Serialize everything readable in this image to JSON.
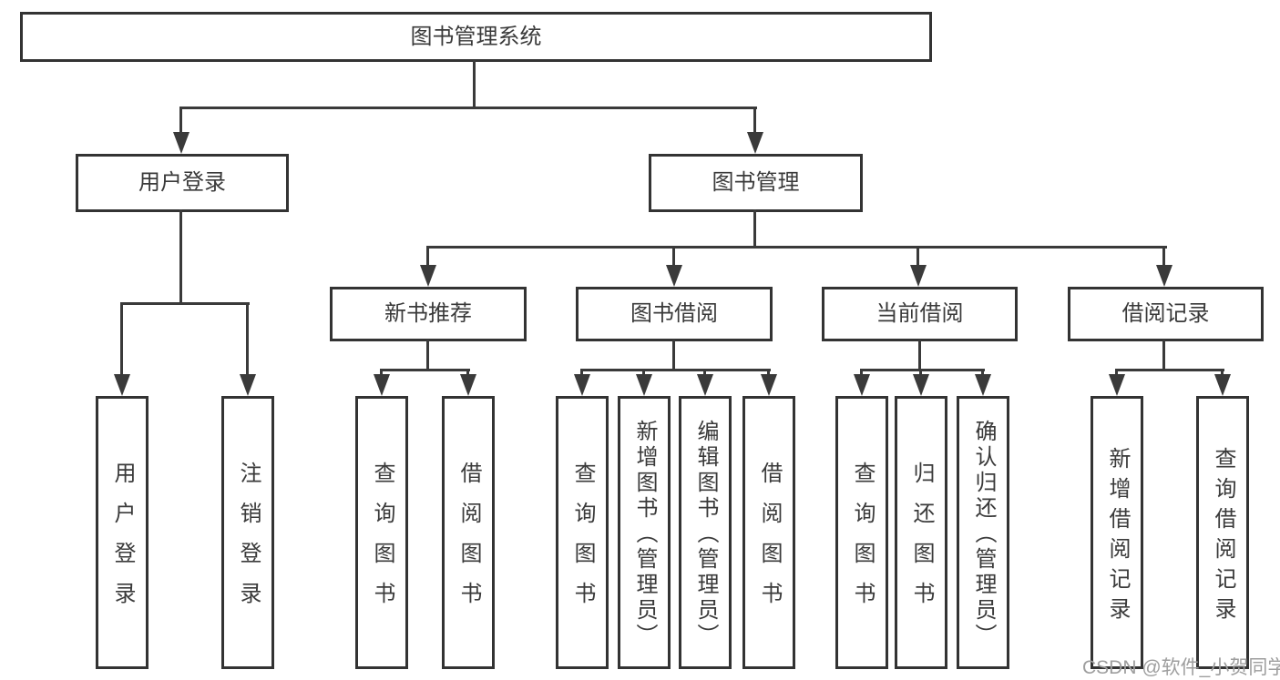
{
  "diagram": {
    "title": "图书管理系统",
    "level2": [
      {
        "label": "用户登录"
      },
      {
        "label": "图书管理"
      }
    ],
    "level3": [
      {
        "label": "新书推荐",
        "parent": "图书管理"
      },
      {
        "label": "图书借阅",
        "parent": "图书管理"
      },
      {
        "label": "当前借阅",
        "parent": "图书管理"
      },
      {
        "label": "借阅记录",
        "parent": "图书管理"
      }
    ],
    "leaves": [
      {
        "label": "用户登录",
        "parent": "用户登录"
      },
      {
        "label": "注销登录",
        "parent": "用户登录"
      },
      {
        "label": "查询图书",
        "parent": "新书推荐"
      },
      {
        "label": "借阅图书",
        "parent": "新书推荐"
      },
      {
        "label": "查询图书",
        "parent": "图书借阅"
      },
      {
        "label": "新增图书（管理员）",
        "parent": "图书借阅"
      },
      {
        "label": "编辑图书（管理员）",
        "parent": "图书借阅"
      },
      {
        "label": "借阅图书",
        "parent": "图书借阅"
      },
      {
        "label": "查询图书",
        "parent": "当前借阅"
      },
      {
        "label": "归还图书",
        "parent": "当前借阅"
      },
      {
        "label": "确认归还（管理员）",
        "parent": "当前借阅"
      },
      {
        "label": "新增借阅记录",
        "parent": "借阅记录"
      },
      {
        "label": "查询借阅记录",
        "parent": "借阅记录"
      }
    ]
  },
  "watermark": {
    "text": "CSDN @软件_小贺同学",
    "color": "#9e9e9e"
  },
  "colors": {
    "line": "#3a3a3a",
    "box_border": "#333333",
    "box_fill": "#ffffff",
    "text": "#3a3a3a",
    "background": "#ffffff"
  }
}
